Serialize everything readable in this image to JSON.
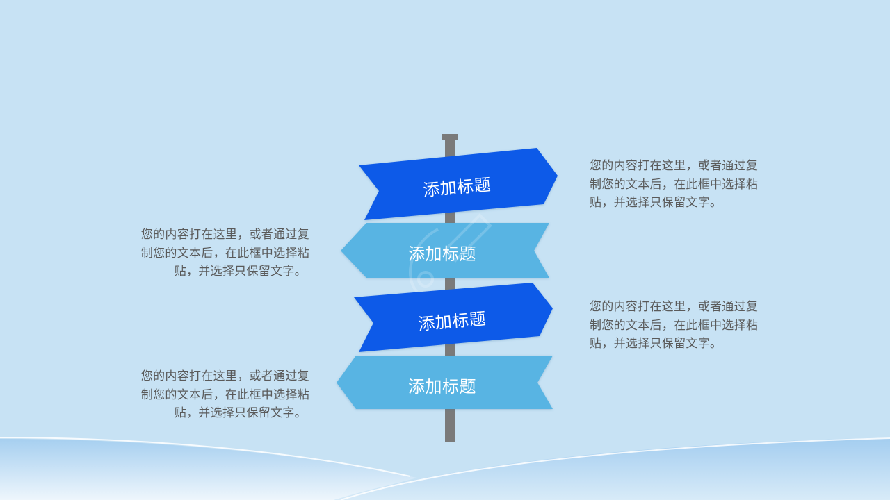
{
  "colors": {
    "background": "#c7e2f4",
    "sign_dark": "#0a5ae8",
    "sign_light": "#58b4e3",
    "pole": "#7a7a7a",
    "body_text": "#5a5a5a"
  },
  "signs": [
    {
      "label": "添加标题",
      "direction": "right",
      "color": "dark"
    },
    {
      "label": "添加标题",
      "direction": "left",
      "color": "light"
    },
    {
      "label": "添加标题",
      "direction": "right",
      "color": "dark"
    },
    {
      "label": "添加标题",
      "direction": "left",
      "color": "light"
    }
  ],
  "descriptions": [
    {
      "side": "right",
      "text": "您的内容打在这里，或者通过复制您的文本后，在此框中选择粘贴，并选择只保留文字。",
      "lines": [
        "您的内容打在这里，或者通过复",
        "制您的文本后，在此框中选择粘",
        "贴，并选择只保留文字。"
      ]
    },
    {
      "side": "left",
      "text": "您的内容打在这里，或者通过复制您的文本后，在此框中选择粘贴，并选择只保留文字。",
      "lines": [
        "您的内容打在这里，或者通过复",
        "制您的文本后，在此框中选择粘",
        "贴，并选择只保留文字。"
      ]
    },
    {
      "side": "right",
      "text": "您的内容打在这里，或者通过复制您的文本后，在此框中选择粘贴，并选择只保留文字。",
      "lines": [
        "您的内容打在这里，或者通过复",
        "制您的文本后，在此框中选择粘",
        "贴，并选择只保留文字。"
      ]
    },
    {
      "side": "left",
      "text": "您的内容打在这里，或者通过复制您的文本后，在此框中选择粘贴，并选择只保留文字。",
      "lines": [
        "您的内容打在这里，或者通过复",
        "制您的文本后，在此框中选择粘",
        "贴，并选择只保留文字。"
      ]
    }
  ]
}
